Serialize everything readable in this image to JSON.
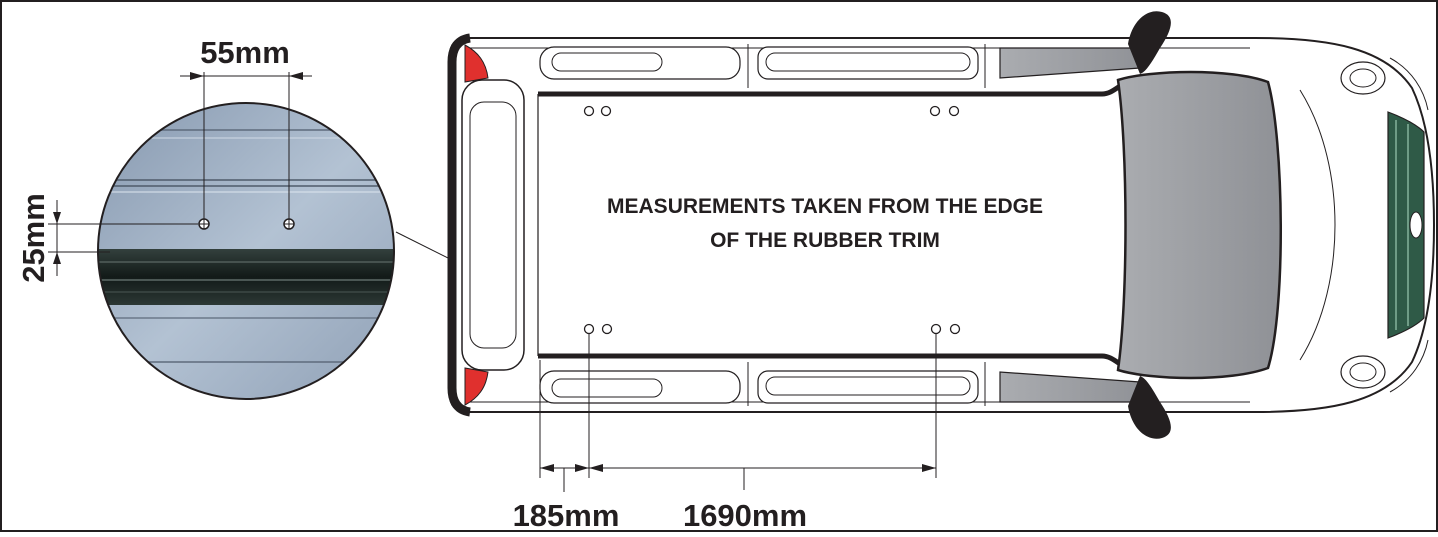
{
  "note": {
    "line1": "MEASUREMENTS TAKEN FROM THE EDGE",
    "line2": "OF THE RUBBER TRIM"
  },
  "dimensions": {
    "hole_spacing": "55mm",
    "edge_offset": "25mm",
    "rear_offset": "185mm",
    "rail_spacing": "1690mm"
  },
  "colors": {
    "outline": "#231f20",
    "roof_panel": "#ffffff",
    "glass": "#9c9ea3",
    "tail_light": "#e0302e",
    "grille": "#2f5a47",
    "detail_metal": "#9fb1c6",
    "rubber_trim": "#1d2a27"
  }
}
